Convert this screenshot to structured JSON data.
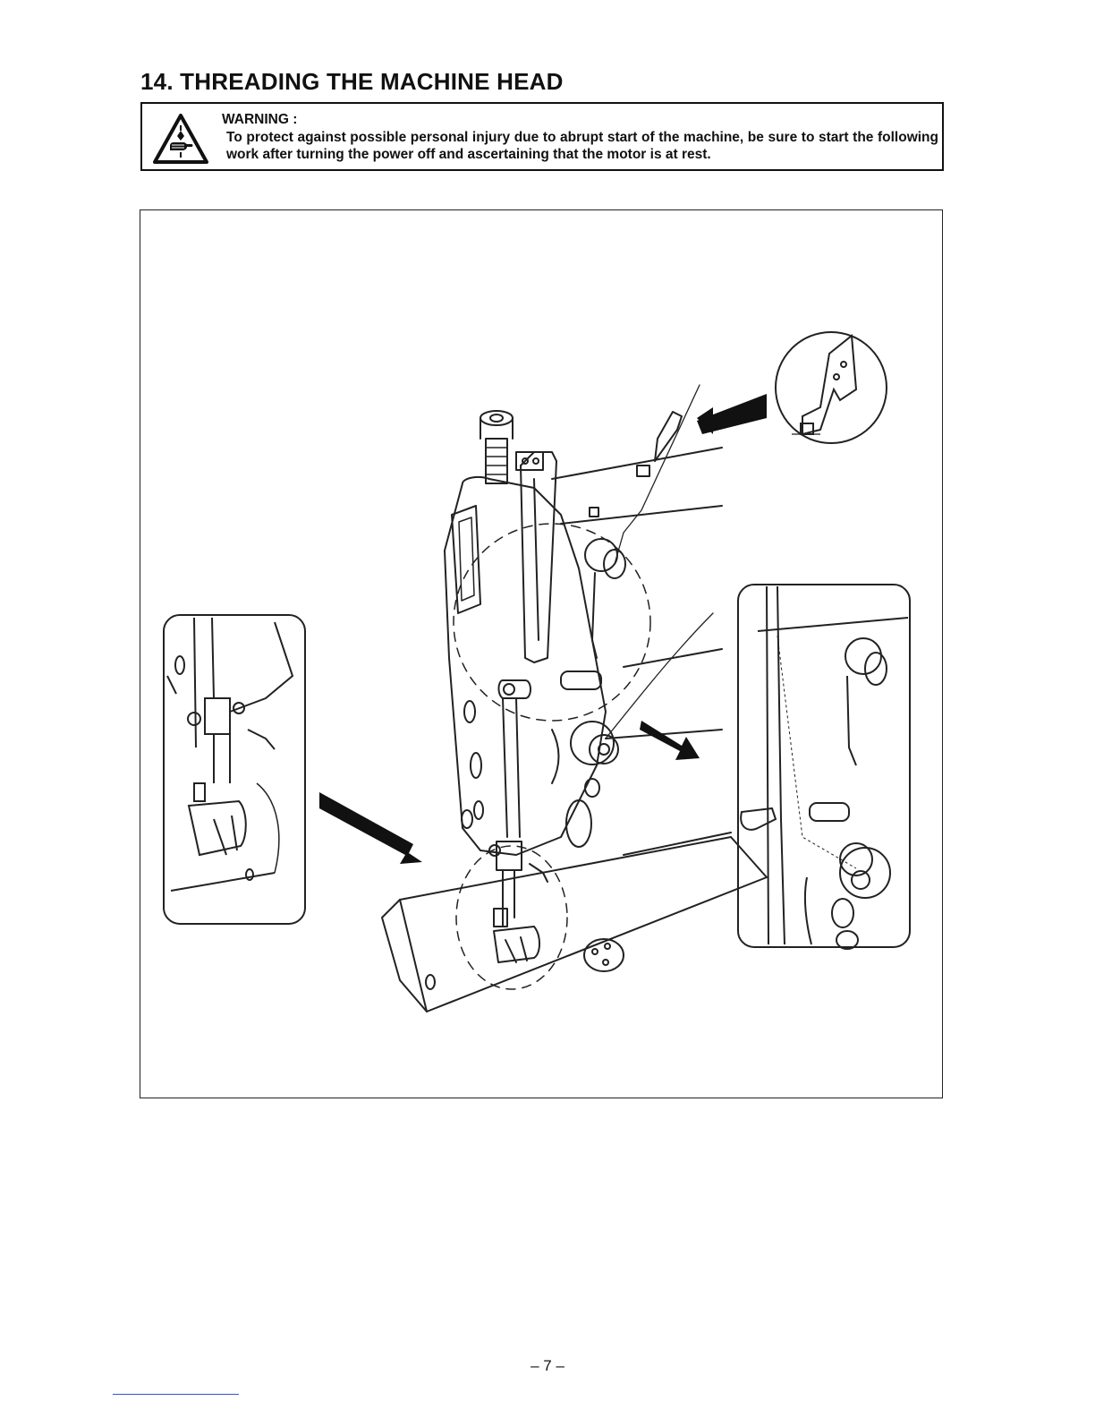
{
  "document": {
    "section_title": "14. THREADING THE MACHINE HEAD",
    "warning": {
      "label": "WARNING :",
      "text": "To protect against possible personal injury due to abrupt start of the machine, be sure to start the following work after turning the power off and ascertaining that the motor is at rest."
    },
    "page_number": "– 7 –"
  },
  "icons": {
    "warning": "hand-caution-triangle-icon"
  }
}
